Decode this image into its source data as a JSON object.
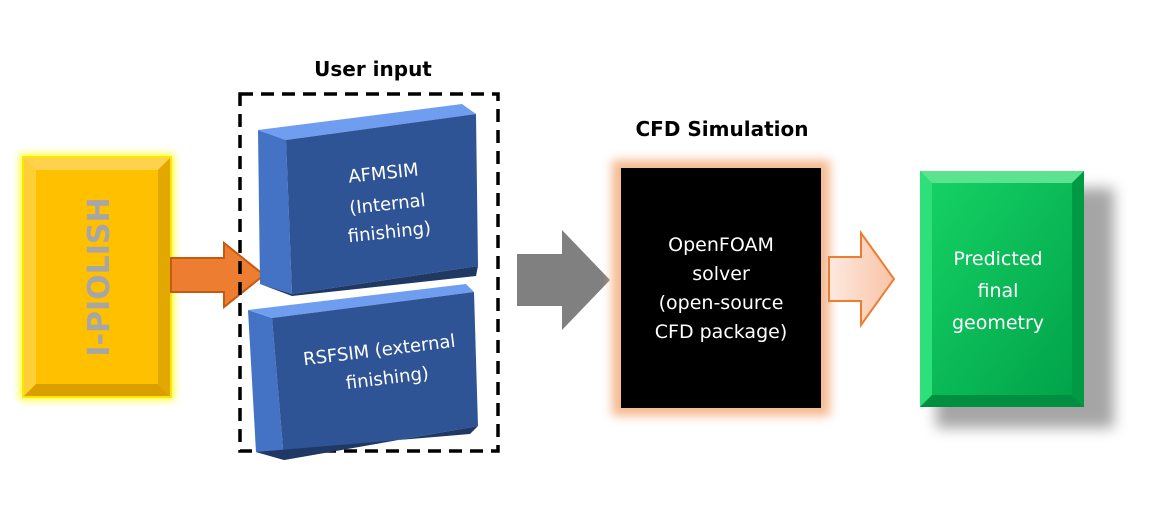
{
  "labels": {
    "user_input": "User input",
    "cfd_simulation": "CFD Simulation"
  },
  "nodes": {
    "iplolish": {
      "label": "I-PIOLISH"
    },
    "afmsim": {
      "line1": "AFMSIM",
      "line2": "(Internal",
      "line3": "finishing)"
    },
    "rsfsim": {
      "line1": "RSFSIM (external",
      "line2": "finishing)"
    },
    "openfoam": {
      "line1": "OpenFOAM",
      "line2": "solver",
      "line3": "(open-source",
      "line4": "CFD package)"
    },
    "predicted": {
      "line1": "Predicted",
      "line2": "final",
      "line3": "geometry"
    }
  },
  "colors": {
    "yellow_box": "#ffc000",
    "yellow_glow": "#ffff00",
    "yellow_text": "#a6a6a6",
    "blue_box": "#2f5496",
    "blue_light": "#5b8ff0",
    "orange_arrow": "#ed7d31",
    "gray_arrow": "#808080",
    "black_box": "#000000",
    "peach_arrow": "#fbd4c0",
    "green_box": "#00b050"
  }
}
